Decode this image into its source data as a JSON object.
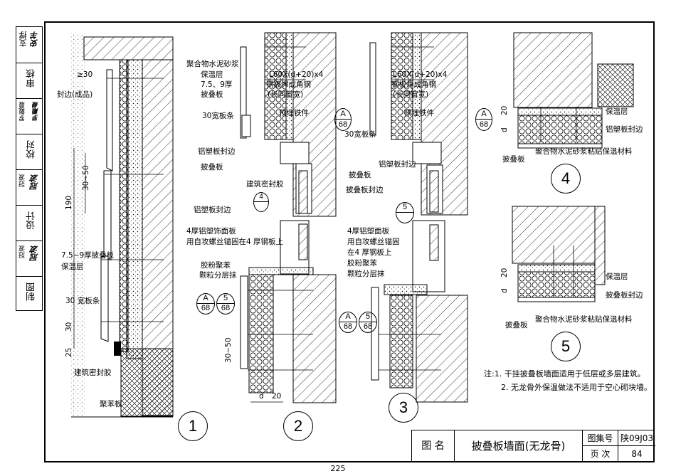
{
  "sidebar": [
    {
      "label": "支撑",
      "sig": "安羊"
    },
    {
      "label": "审核",
      "sig": ""
    },
    {
      "label": "罗戴曼",
      "sig": "罗戴曼"
    },
    {
      "label": "校对",
      "sig": ""
    },
    {
      "label": "冠波",
      "sig": "冠波"
    },
    {
      "label": "设计",
      "sig": ""
    },
    {
      "label": "冠波",
      "sig": "冠波"
    },
    {
      "label": "制图",
      "sig": ""
    }
  ],
  "detail1": {
    "labels": {
      "a30": "≥30",
      "edge": "封边(成品)",
      "dim3050": "30~50",
      "dim190": "190",
      "board": "7.5~9厚披叠板",
      "insul": "保温层",
      "strip": "30 宽板条",
      "dim30": "30",
      "dim25": "25",
      "seal": "建筑密封胶",
      "foam": "聚苯板"
    },
    "number": "1"
  },
  "detail2": {
    "labels": {
      "mortar": "聚合物水泥砂浆",
      "insul": "保温层",
      "board": "7.5、9厚",
      "board2": "披叠板",
      "angle": "L60X(d+20)x4",
      "angle2": "钢板焊成角钢",
      "angle3": "(长同窗宽)",
      "embed": "预埋铁件",
      "strip": "30宽板条",
      "alu": "铝塑板封边",
      "lap": "披叠板",
      "sealant": "建筑密封胶",
      "alu2": "铝塑板封边",
      "panel": "4厚铝塑饰面板",
      "screw": "用自攻螺丝锚固在4 厚钢板上",
      "glue": "胶粉聚苯",
      "layer": "颗粒分层抹",
      "dim3050": "30~50",
      "dimd": "d",
      "dim20": "20"
    },
    "refA": "A",
    "ref68": "68",
    "ref5": "5",
    "ref4": "4",
    "number": "2"
  },
  "detail3": {
    "labels": {
      "angle": "L60X(d+20)x4",
      "angle2": "钢板焊成角钢",
      "angle3": "(长同窗宽)",
      "embed": "预埋铁件",
      "strip": "30宽板条",
      "alu": "铝塑板封边",
      "lap": "披叠板",
      "lapedge": "披叠板封边",
      "panel": "4厚铝塑面板",
      "screw": "用自攻螺丝锚固",
      "screw2": "在4 厚钢板上",
      "glue": "胶粉聚苯",
      "layer": "颗粒分层抹"
    },
    "number": "3"
  },
  "detail4": {
    "labels": {
      "dim20": "20",
      "dimd": "d",
      "insul": "保温层",
      "alu": "铝塑板封边",
      "lap": "披叠板",
      "mortar": "聚合物水泥砂浆粘贴保温材料"
    },
    "number": "4"
  },
  "detail5": {
    "labels": {
      "dim20": "20",
      "dimd": "d",
      "insul": "保温层",
      "edge": "披叠板封边",
      "lap": "披叠板",
      "mortar": "聚合物水泥砂浆粘贴保温材料"
    },
    "number": "5"
  },
  "notes": {
    "head": "注:",
    "items": [
      "1. 干挂披叠板墙面适用于低层或多层建筑。",
      "2. 无龙骨外保温做法不适用于空心砌块墙。"
    ]
  },
  "titleblock": {
    "name_label": "图  名",
    "title": "披叠板墙面(无龙骨)",
    "atlas_label": "图集号",
    "atlas_value": "陕09J03",
    "page_label": "页  次",
    "page_value": "84"
  },
  "page_number": "225"
}
